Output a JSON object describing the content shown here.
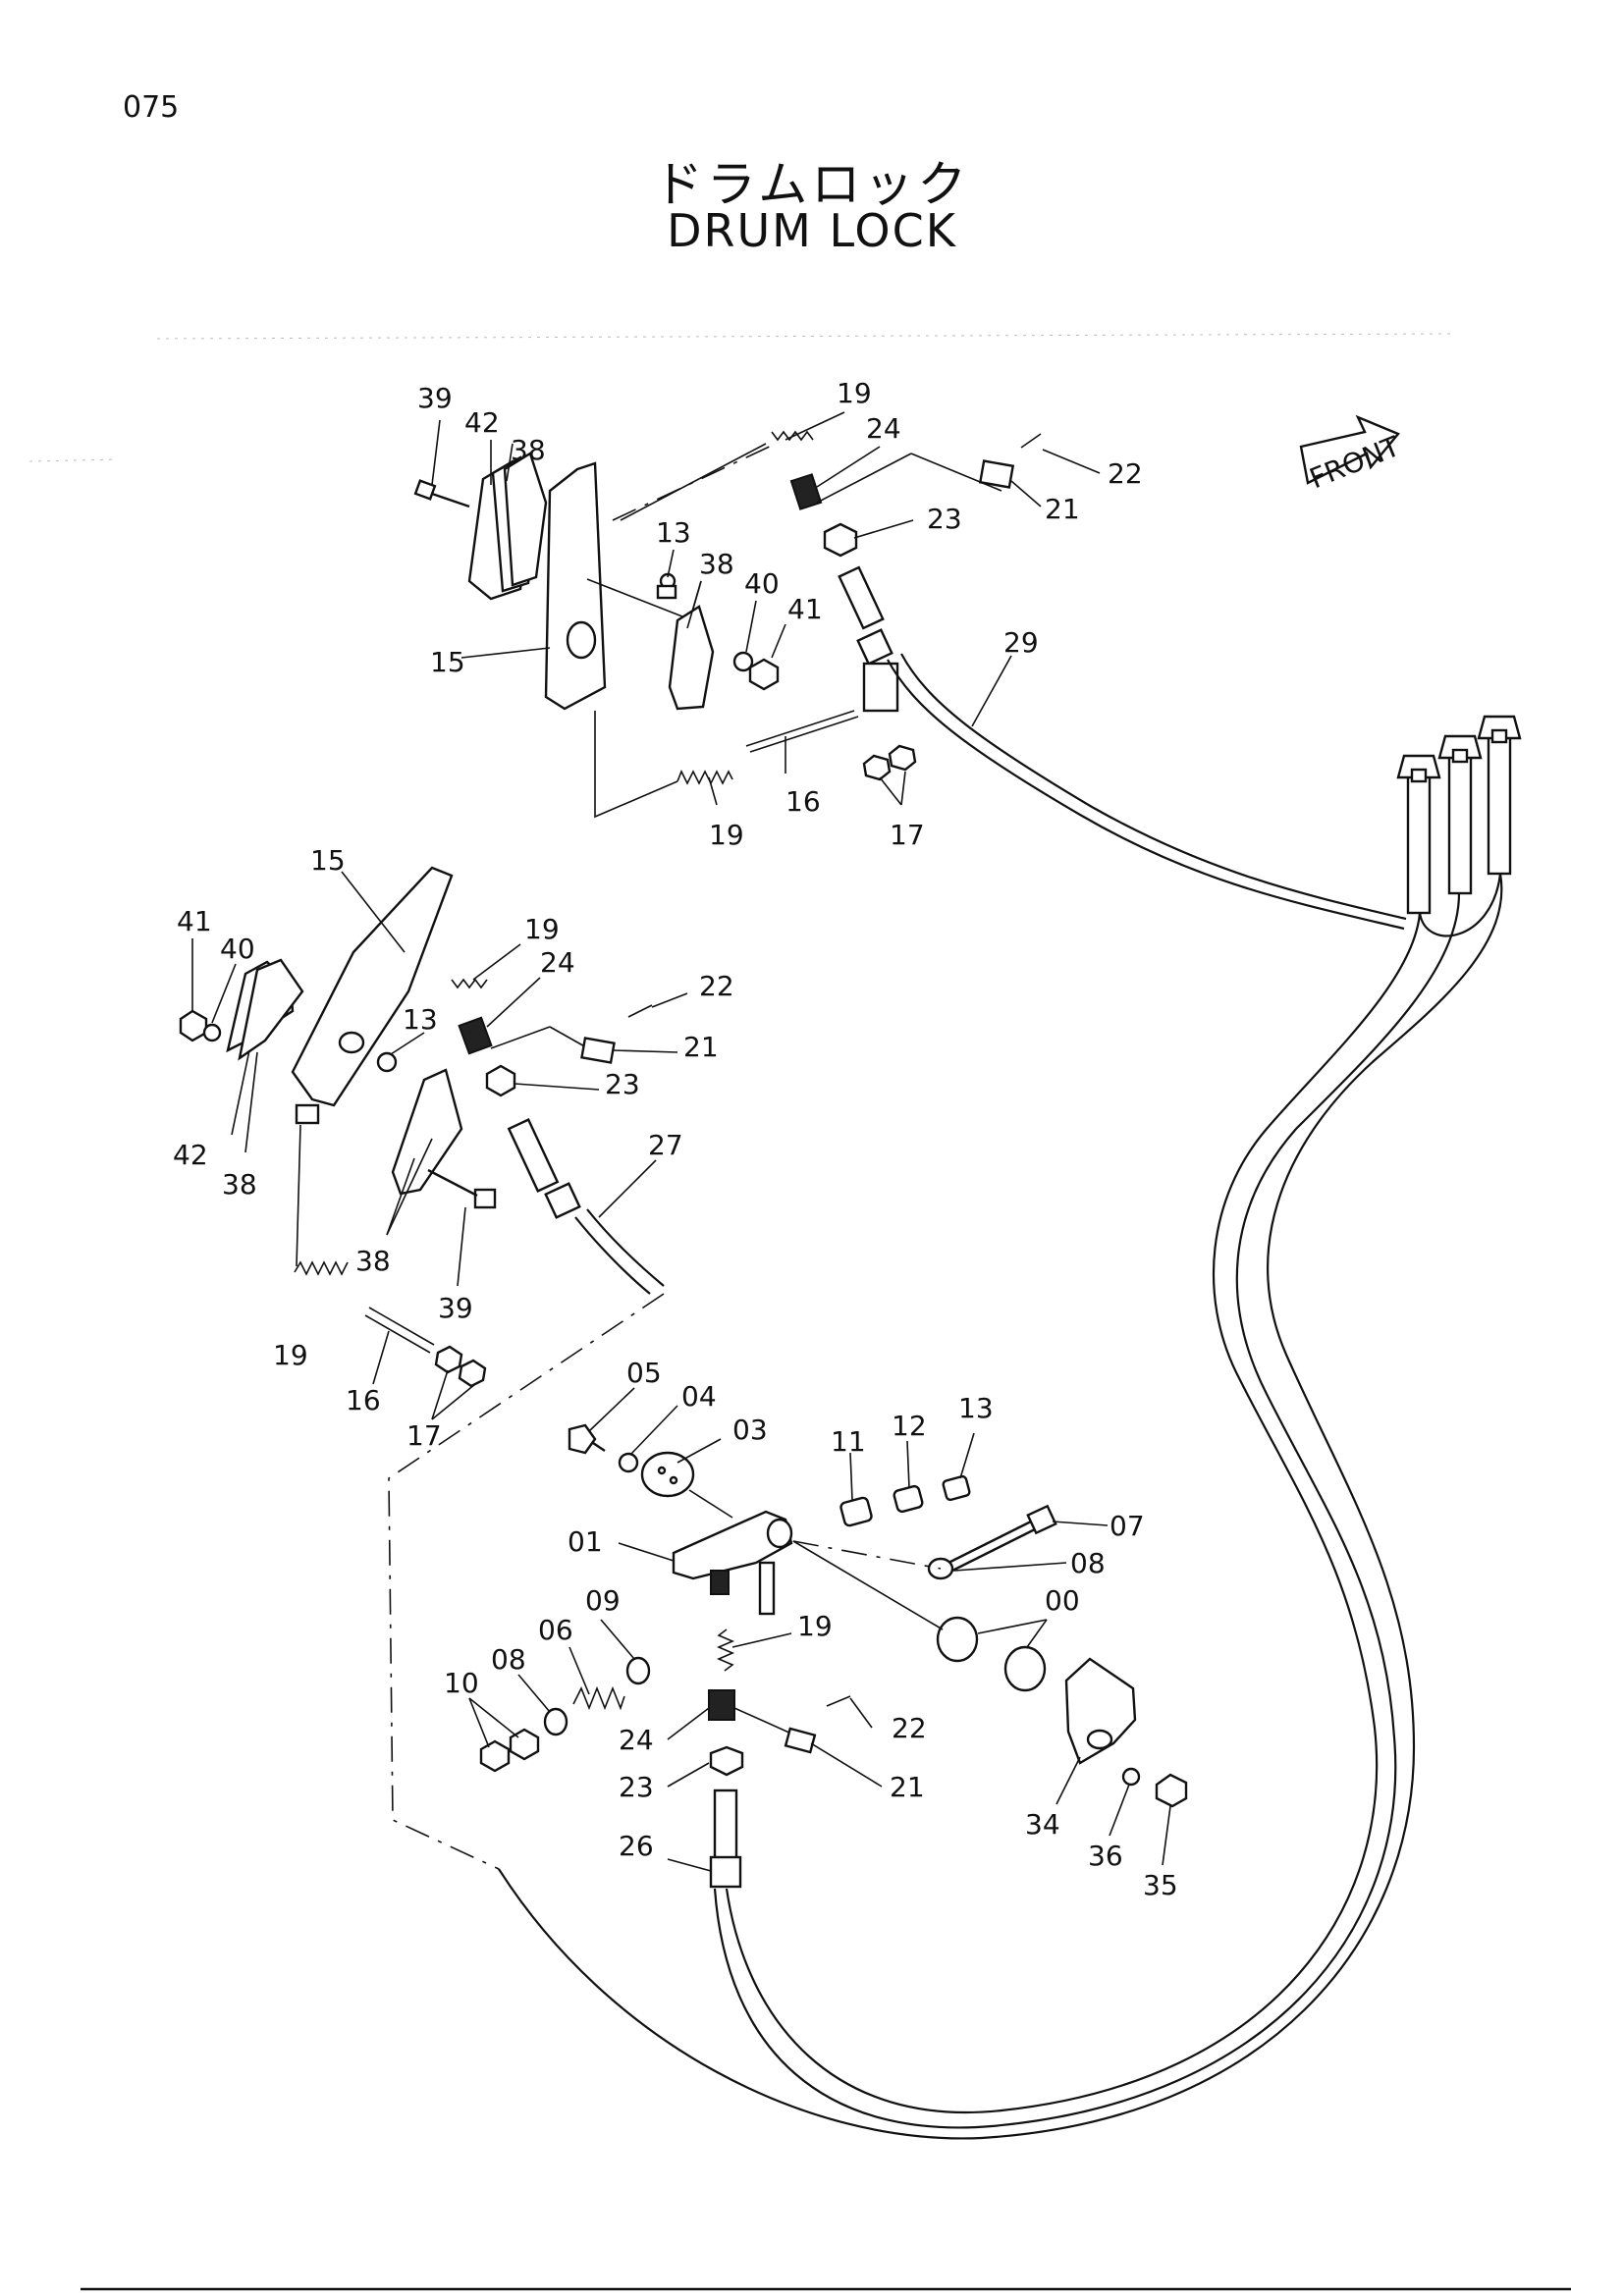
{
  "page": {
    "number": "075"
  },
  "title": {
    "japanese": "ドラムロック",
    "english": "DRUM LOCK"
  },
  "front_marker": {
    "label": "FRONT"
  },
  "callouts": {
    "upper": [
      "39",
      "42",
      "38",
      "15",
      "13",
      "38",
      "40",
      "41",
      "19",
      "24",
      "22",
      "21",
      "23",
      "29",
      "16",
      "19",
      "17"
    ],
    "middle": [
      "15",
      "41",
      "40",
      "19",
      "24",
      "22",
      "21",
      "13",
      "23",
      "42",
      "38",
      "27",
      "38",
      "39",
      "19",
      "16",
      "17"
    ],
    "lower": [
      "05",
      "04",
      "03",
      "11",
      "12",
      "13",
      "07",
      "01",
      "08",
      "00",
      "09",
      "08",
      "06",
      "10",
      "19",
      "24",
      "22",
      "21",
      "23",
      "26",
      "34",
      "36",
      "35"
    ]
  },
  "colors": {
    "ink": "#111111",
    "paper": "#ffffff"
  }
}
